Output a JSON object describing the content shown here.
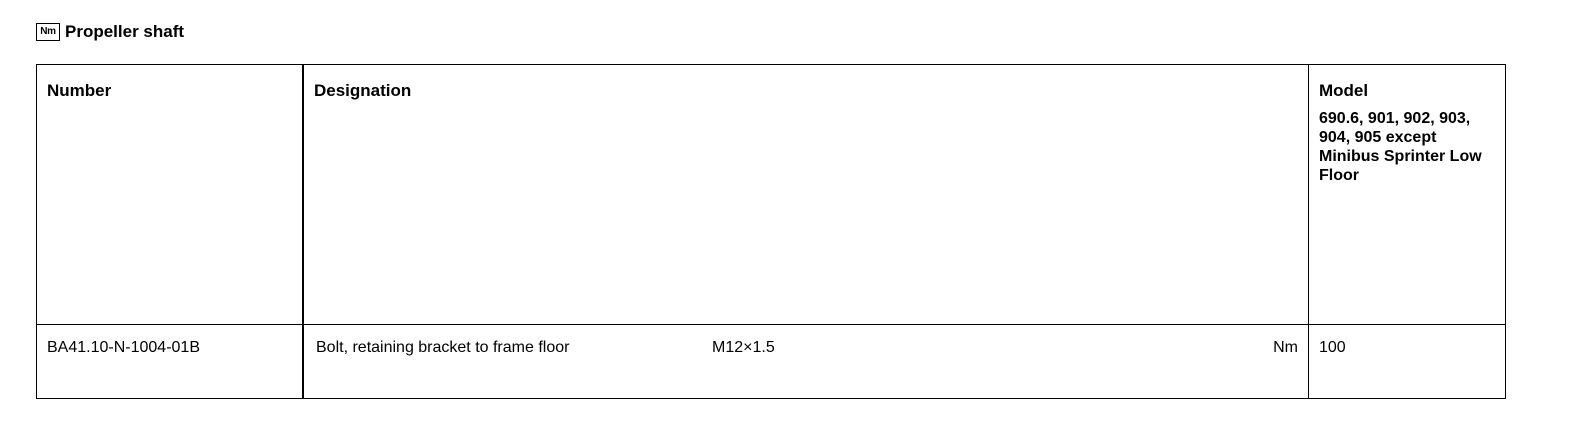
{
  "heading": {
    "icon_label": "Nm",
    "title": "Propeller shaft"
  },
  "table": {
    "headers": {
      "number": "Number",
      "designation": "Designation",
      "model": "Model",
      "model_detail": "690.6, 901, 902, 903, 904, 905 except Minibus Sprinter Low Floor"
    },
    "rows": [
      {
        "number": "BA41.10-N-1004-01B",
        "designation": "Bolt, retaining bracket to frame floor",
        "thread": "M12×1.5",
        "unit": "Nm",
        "value": "100"
      }
    ]
  }
}
